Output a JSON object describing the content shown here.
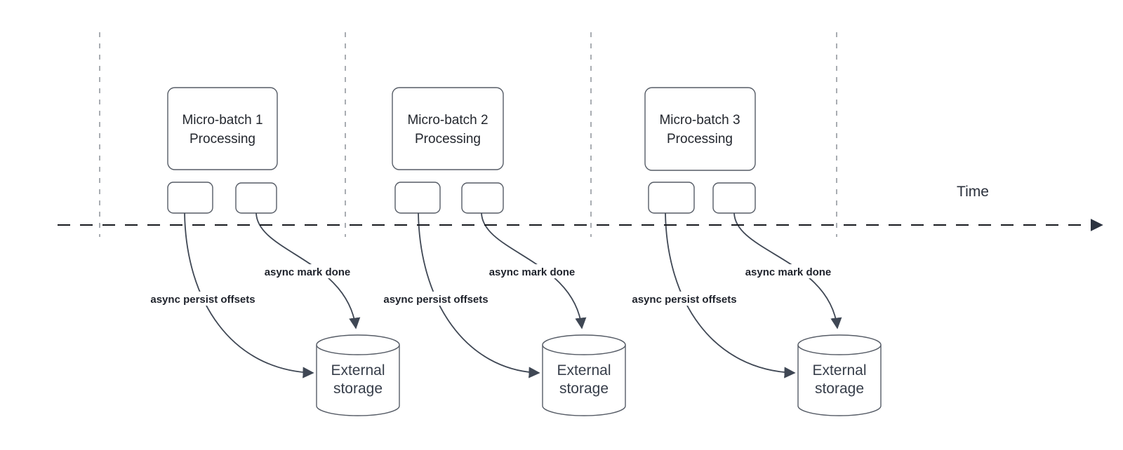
{
  "diagram": {
    "time_axis_label": "Time",
    "groups": [
      {
        "title_line1": "Micro-batch 1",
        "title_line2": "Processing",
        "persist_label": "async persist offsets",
        "done_label": "async mark done",
        "storage_line1": "External",
        "storage_line2": "storage"
      },
      {
        "title_line1": "Micro-batch 2",
        "title_line2": "Processing",
        "persist_label": "async persist offsets",
        "done_label": "async mark done",
        "storage_line1": "External",
        "storage_line2": "storage"
      },
      {
        "title_line1": "Micro-batch 3",
        "title_line2": "Processing",
        "persist_label": "async persist offsets",
        "done_label": "async mark done",
        "storage_line1": "External",
        "storage_line2": "storage"
      }
    ],
    "colors": {
      "guide_line": "#a9adb2",
      "timeline": "#17191e",
      "shape_stroke": "#565c66",
      "arrow": "#3f4754",
      "title_text": "#23272e",
      "async_label_text": "#1e222b",
      "storage_text": "#373e4a"
    }
  }
}
